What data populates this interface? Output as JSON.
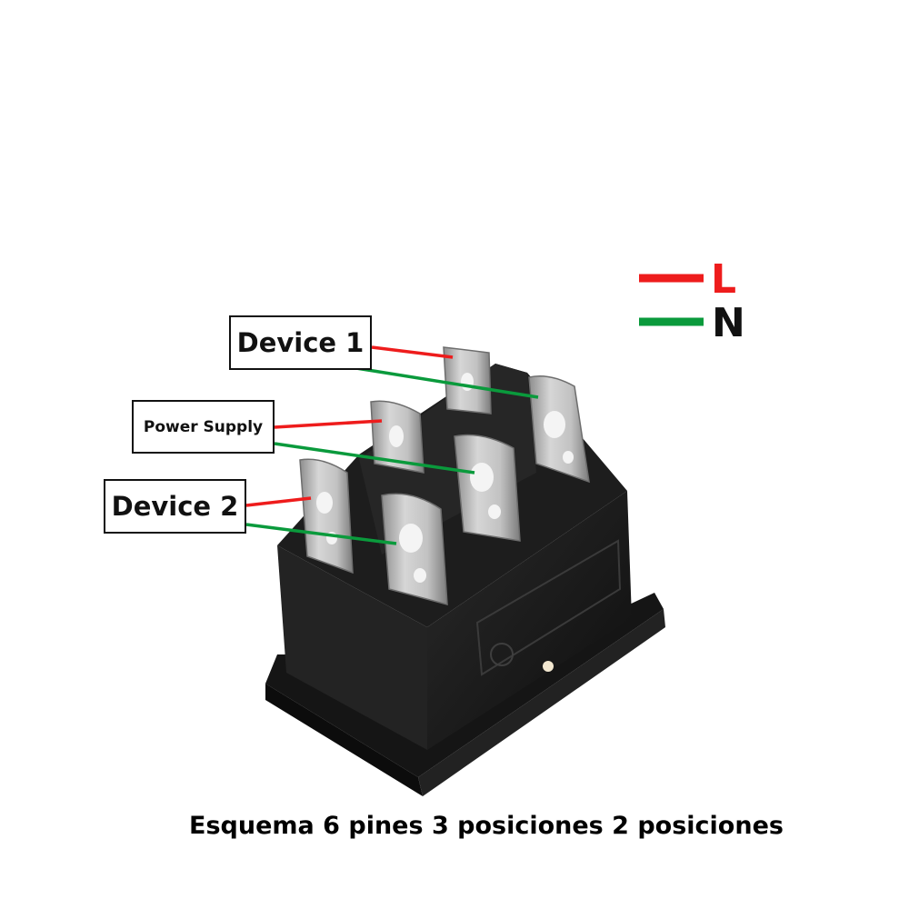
{
  "labels": {
    "device1": "Device 1",
    "power_supply": "Power Supply",
    "device2": "Device 2"
  },
  "legend": {
    "l": "L",
    "n": "N"
  },
  "caption": "Esquema 6 pines 3 posiciones 2 posiciones",
  "colors": {
    "live": "#ee1c1c",
    "neutral": "#0a9a3c",
    "switch_body": "#1b1b1b",
    "terminal_metal": "#b9b9b9"
  }
}
